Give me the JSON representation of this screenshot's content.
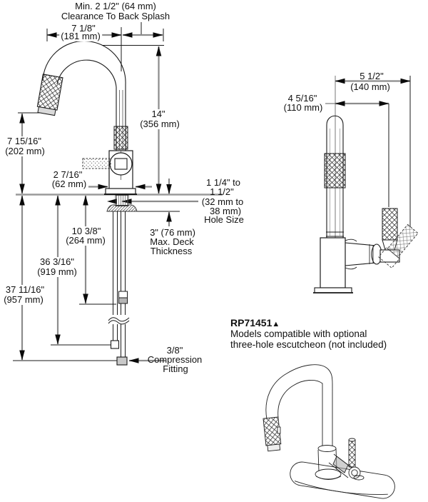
{
  "front_view": {
    "clearance_line1": "Min. 2 1/2\" (64 mm)",
    "clearance_line2": "Clearance To Back Splash",
    "spout_reach_in": "7 1/8\"",
    "spout_reach_mm": "(181 mm)",
    "spout_height_in": "14\"",
    "spout_height_mm": "(356 mm)",
    "sprayer_height_in": "7 15/16\"",
    "sprayer_height_mm": "(202 mm)",
    "base_width_in": "2 7/16\"",
    "base_width_mm": "(62 mm)",
    "hole_size_line1": "1 1/4\" to",
    "hole_size_line2": "1 1/2\"",
    "hole_size_line3": "(32 mm to",
    "hole_size_line4": "38 mm)",
    "hole_size_line5": "Hole Size",
    "deck_line1": "3\" (76 mm)",
    "deck_line2": "Max. Deck",
    "deck_line3": "Thickness",
    "hose_drop_in": "10 3/8\"",
    "hose_drop_mm": "(264 mm)",
    "supply_in": "36 3/16\"",
    "supply_mm": "(919 mm)",
    "overall_in": "37 11/16\"",
    "overall_mm": "(957 mm)",
    "fitting_line1": "3/8\"",
    "fitting_line2": "Compression",
    "fitting_line3": "Fitting"
  },
  "side_view": {
    "depth_in": "5 1/2\"",
    "depth_mm": "(140 mm)",
    "handle_in": "4 5/16\"",
    "handle_mm": "(110 mm)"
  },
  "footer": {
    "part_number": "RP71451",
    "marker": "▲",
    "note_line1": "Models compatible with optional",
    "note_line2": "three-hole escutcheon (not included)"
  }
}
